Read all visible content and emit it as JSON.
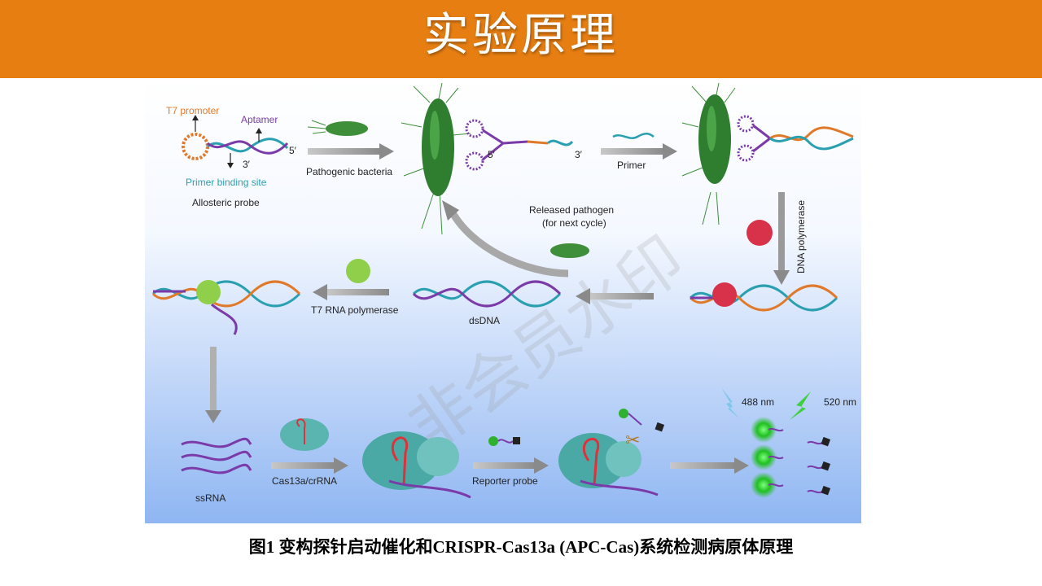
{
  "header": {
    "title": "实验原理",
    "background_color": "#e67e12"
  },
  "figure": {
    "labels": {
      "t7_promoter": "T7 promoter",
      "aptamer": "Aptamer",
      "three_prime_a": "3′",
      "five_prime_a": "5′",
      "primer_binding_site": "Primer binding site",
      "allosteric_probe": "Allosteric probe",
      "pathogenic_bacteria": "Pathogenic bacteria",
      "five_prime_b": "5′",
      "three_prime_b": "3′",
      "primer": "Primer",
      "dna_polymerase": "DNA polymerase",
      "released_pathogen_1": "Released pathogen",
      "released_pathogen_2": "(for next cycle)",
      "t7_rna_polymerase": "T7 RNA polymerase",
      "dsdna": "dsDNA",
      "ssrna": "ssRNA",
      "cas13a_crrna": "Cas13a/crRNA",
      "reporter_probe": "Reporter probe",
      "nm488": "488 nm",
      "nm520": "520 nm"
    },
    "watermark": "非会员水印"
  },
  "caption": "图1 变构探针启动催化和CRISPR-Cas13a (APC-Cas)系统检测病原体原理"
}
